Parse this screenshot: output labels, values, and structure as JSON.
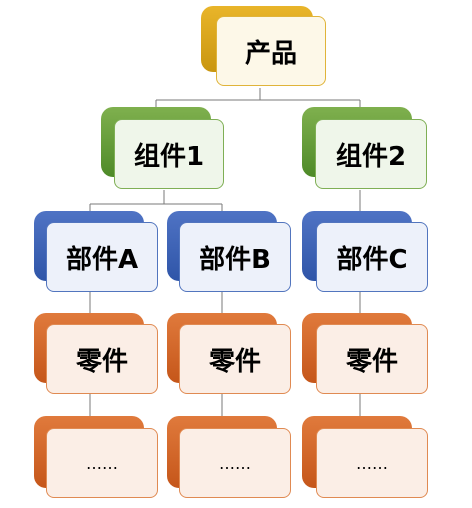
{
  "diagram": {
    "root": "产品",
    "assemblies": [
      "组件1",
      "组件2"
    ],
    "subassemblies": [
      "部件A",
      "部件B",
      "部件C"
    ],
    "parts": [
      "零件",
      "零件",
      "零件"
    ],
    "more": [
      "……",
      "……",
      "……"
    ]
  },
  "colors": {
    "level_root": "#e3aa1e",
    "level_assembly": "#6aa040",
    "level_subassembly": "#3f65b8",
    "level_part": "#d96a2a",
    "connector": "#7a7a7a"
  }
}
